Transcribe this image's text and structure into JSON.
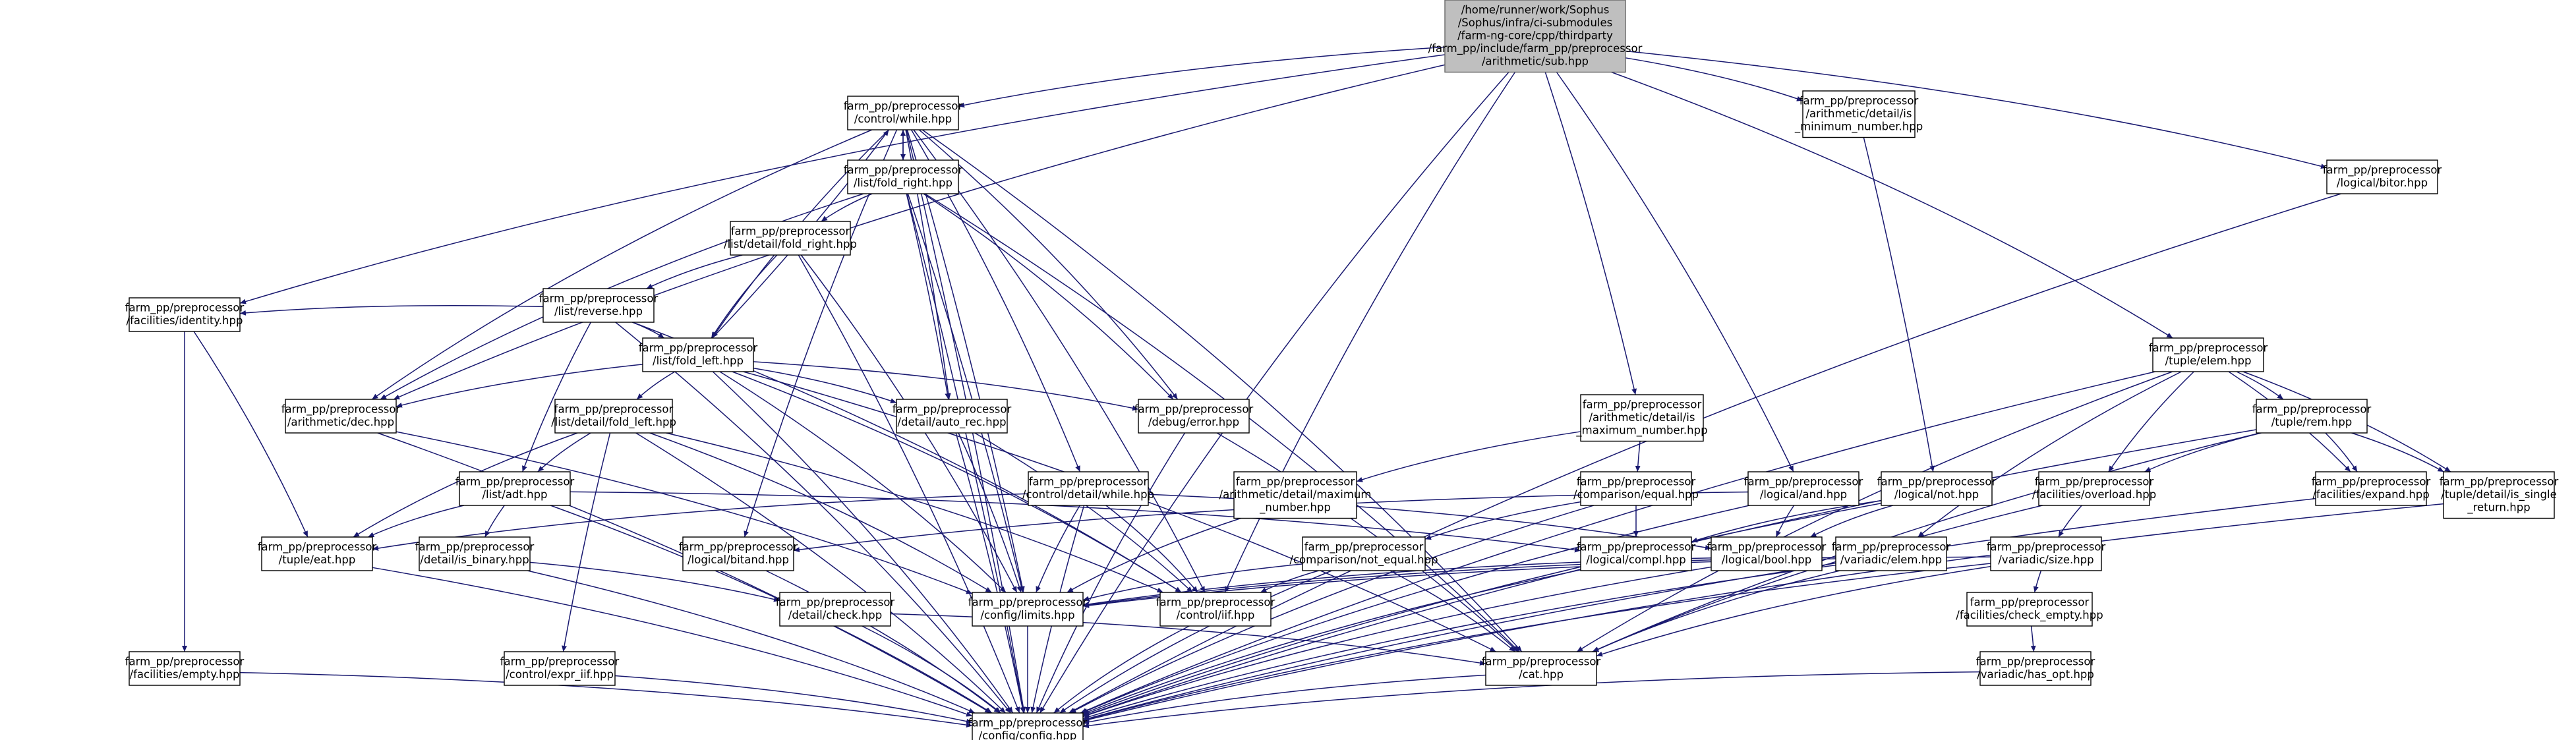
{
  "graph": {
    "title": "/home/runner/work/Sophus/Sophus/infra/ci-submodules/farm-ng-core/cpp/thirdparty/farm_pp/include/farm_pp/preprocessor/arithmetic/sub.hpp",
    "edge_color": "#191970",
    "root_fill": "#bfbfbf",
    "nodes": [
      {
        "id": "sub",
        "root": true,
        "lines": [
          "/home/runner/work/Sophus",
          "/Sophus/infra/ci-submodules",
          "/farm-ng-core/cpp/thirdparty",
          "/farm_pp/include/farm_pp/preprocessor",
          "/arithmetic/sub.hpp"
        ]
      },
      {
        "id": "while",
        "lines": [
          "farm_pp/preprocessor",
          "/control/while.hpp"
        ]
      },
      {
        "id": "fold_right",
        "lines": [
          "farm_pp/preprocessor",
          "/list/fold_right.hpp"
        ]
      },
      {
        "id": "det_fold_right",
        "lines": [
          "farm_pp/preprocessor",
          "/list/detail/fold_right.hpp"
        ]
      },
      {
        "id": "reverse",
        "lines": [
          "farm_pp/preprocessor",
          "/list/reverse.hpp"
        ]
      },
      {
        "id": "identity",
        "lines": [
          "farm_pp/preprocessor",
          "/facilities/identity.hpp"
        ]
      },
      {
        "id": "fold_left",
        "lines": [
          "farm_pp/preprocessor",
          "/list/fold_left.hpp"
        ]
      },
      {
        "id": "dec",
        "lines": [
          "farm_pp/preprocessor",
          "/arithmetic/dec.hpp"
        ]
      },
      {
        "id": "det_fold_left",
        "lines": [
          "farm_pp/preprocessor",
          "/list/detail/fold_left.hpp"
        ]
      },
      {
        "id": "adt",
        "lines": [
          "farm_pp/preprocessor",
          "/list/adt.hpp"
        ]
      },
      {
        "id": "eat",
        "lines": [
          "farm_pp/preprocessor",
          "/tuple/eat.hpp"
        ]
      },
      {
        "id": "is_binary",
        "lines": [
          "farm_pp/preprocessor",
          "/detail/is_binary.hpp"
        ]
      },
      {
        "id": "empty",
        "lines": [
          "farm_pp/preprocessor",
          "/facilities/empty.hpp"
        ]
      },
      {
        "id": "expr_iif",
        "lines": [
          "farm_pp/preprocessor",
          "/control/expr_iif.hpp"
        ]
      },
      {
        "id": "auto_rec",
        "lines": [
          "farm_pp/preprocessor",
          "/detail/auto_rec.hpp"
        ]
      },
      {
        "id": "error",
        "lines": [
          "farm_pp/preprocessor",
          "/debug/error.hpp"
        ]
      },
      {
        "id": "det_while",
        "lines": [
          "farm_pp/preprocessor",
          "/control/detail/while.hpp"
        ]
      },
      {
        "id": "bitand",
        "lines": [
          "farm_pp/preprocessor",
          "/logical/bitand.hpp"
        ]
      },
      {
        "id": "check",
        "lines": [
          "farm_pp/preprocessor",
          "/detail/check.hpp"
        ]
      },
      {
        "id": "limits",
        "lines": [
          "farm_pp/preprocessor",
          "/config/limits.hpp"
        ]
      },
      {
        "id": "iif",
        "lines": [
          "farm_pp/preprocessor",
          "/control/iif.hpp"
        ]
      },
      {
        "id": "config",
        "lines": [
          "farm_pp/preprocessor",
          "/config/config.hpp"
        ]
      },
      {
        "id": "cat",
        "lines": [
          "farm_pp/preprocessor",
          "/cat.hpp"
        ]
      },
      {
        "id": "is_max",
        "lines": [
          "farm_pp/preprocessor",
          "/arithmetic/detail/is",
          "_maximum_number.hpp"
        ]
      },
      {
        "id": "det_max",
        "lines": [
          "farm_pp/preprocessor",
          "/arithmetic/detail/maximum",
          "_number.hpp"
        ]
      },
      {
        "id": "equal",
        "lines": [
          "farm_pp/preprocessor",
          "/comparison/equal.hpp"
        ]
      },
      {
        "id": "not_equal",
        "lines": [
          "farm_pp/preprocessor",
          "/comparison/not_equal.hpp"
        ]
      },
      {
        "id": "is_min",
        "lines": [
          "farm_pp/preprocessor",
          "/arithmetic/detail/is",
          "_minimum_number.hpp"
        ]
      },
      {
        "id": "not",
        "lines": [
          "farm_pp/preprocessor",
          "/logical/not.hpp"
        ]
      },
      {
        "id": "and",
        "lines": [
          "farm_pp/preprocessor",
          "/logical/and.hpp"
        ]
      },
      {
        "id": "compl",
        "lines": [
          "farm_pp/preprocessor",
          "/logical/compl.hpp"
        ]
      },
      {
        "id": "bool",
        "lines": [
          "farm_pp/preprocessor",
          "/logical/bool.hpp"
        ]
      },
      {
        "id": "var_elem",
        "lines": [
          "farm_pp/preprocessor",
          "/variadic/elem.hpp"
        ]
      },
      {
        "id": "tuple_elem",
        "lines": [
          "farm_pp/preprocessor",
          "/tuple/elem.hpp"
        ]
      },
      {
        "id": "tuple_rem",
        "lines": [
          "farm_pp/preprocessor",
          "/tuple/rem.hpp"
        ]
      },
      {
        "id": "overload",
        "lines": [
          "farm_pp/preprocessor",
          "/facilities/overload.hpp"
        ]
      },
      {
        "id": "var_size",
        "lines": [
          "farm_pp/preprocessor",
          "/variadic/size.hpp"
        ]
      },
      {
        "id": "check_empty",
        "lines": [
          "farm_pp/preprocessor",
          "/facilities/check_empty.hpp"
        ]
      },
      {
        "id": "has_opt",
        "lines": [
          "farm_pp/preprocessor",
          "/variadic/has_opt.hpp"
        ]
      },
      {
        "id": "expand",
        "lines": [
          "farm_pp/preprocessor",
          "/facilities/expand.hpp"
        ]
      },
      {
        "id": "is_single",
        "lines": [
          "farm_pp/preprocessor",
          "/tuple/detail/is_single",
          "_return.hpp"
        ]
      },
      {
        "id": "bitor",
        "lines": [
          "farm_pp/preprocessor",
          "/logical/bitor.hpp"
        ]
      }
    ],
    "edges": [
      [
        "sub",
        "while"
      ],
      [
        "sub",
        "config"
      ],
      [
        "sub",
        "identity"
      ],
      [
        "sub",
        "dec"
      ],
      [
        "sub",
        "is_max"
      ],
      [
        "sub",
        "is_min"
      ],
      [
        "sub",
        "and"
      ],
      [
        "sub",
        "tuple_elem"
      ],
      [
        "sub",
        "bitor"
      ],
      [
        "sub",
        "iif"
      ],
      [
        "while",
        "fold_right"
      ],
      [
        "while",
        "fold_left"
      ],
      [
        "while",
        "dec"
      ],
      [
        "while",
        "auto_rec"
      ],
      [
        "while",
        "error"
      ],
      [
        "while",
        "det_while"
      ],
      [
        "while",
        "limits"
      ],
      [
        "while",
        "config"
      ],
      [
        "while",
        "cat"
      ],
      [
        "while",
        "bitand"
      ],
      [
        "while",
        "iif"
      ],
      [
        "fold_right",
        "while"
      ],
      [
        "fold_right",
        "det_fold_right"
      ],
      [
        "fold_right",
        "config"
      ],
      [
        "fold_right",
        "auto_rec"
      ],
      [
        "fold_right",
        "error"
      ],
      [
        "fold_right",
        "limits"
      ],
      [
        "fold_right",
        "cat"
      ],
      [
        "fold_right",
        "dec"
      ],
      [
        "det_fold_right",
        "reverse"
      ],
      [
        "det_fold_right",
        "fold_left"
      ],
      [
        "det_fold_right",
        "config"
      ],
      [
        "det_fold_right",
        "limits"
      ],
      [
        "reverse",
        "fold_left"
      ],
      [
        "reverse",
        "identity"
      ],
      [
        "reverse",
        "adt"
      ],
      [
        "reverse",
        "config"
      ],
      [
        "reverse",
        "iif"
      ],
      [
        "identity",
        "eat"
      ],
      [
        "identity",
        "empty"
      ],
      [
        "fold_left",
        "while"
      ],
      [
        "fold_left",
        "det_fold_left"
      ],
      [
        "fold_left",
        "dec"
      ],
      [
        "fold_left",
        "auto_rec"
      ],
      [
        "fold_left",
        "error"
      ],
      [
        "fold_left",
        "limits"
      ],
      [
        "fold_left",
        "config"
      ],
      [
        "fold_left",
        "cat"
      ],
      [
        "fold_left",
        "iif"
      ],
      [
        "dec",
        "limits"
      ],
      [
        "dec",
        "config"
      ],
      [
        "det_fold_left",
        "adt"
      ],
      [
        "det_fold_left",
        "eat"
      ],
      [
        "det_fold_left",
        "expr_iif"
      ],
      [
        "det_fold_left",
        "config"
      ],
      [
        "det_fold_left",
        "limits"
      ],
      [
        "det_fold_left",
        "iif"
      ],
      [
        "adt",
        "eat"
      ],
      [
        "adt",
        "is_binary"
      ],
      [
        "adt",
        "compl"
      ],
      [
        "adt",
        "config"
      ],
      [
        "eat",
        "config"
      ],
      [
        "is_binary",
        "check"
      ],
      [
        "is_binary",
        "config"
      ],
      [
        "empty",
        "config"
      ],
      [
        "expr_iif",
        "config"
      ],
      [
        "auto_rec",
        "limits"
      ],
      [
        "auto_rec",
        "iif"
      ],
      [
        "auto_rec",
        "config"
      ],
      [
        "error",
        "cat"
      ],
      [
        "error",
        "config"
      ],
      [
        "det_while",
        "eat"
      ],
      [
        "det_while",
        "limits"
      ],
      [
        "det_while",
        "iif"
      ],
      [
        "det_while",
        "config"
      ],
      [
        "det_while",
        "bool"
      ],
      [
        "bitand",
        "config"
      ],
      [
        "check",
        "cat"
      ],
      [
        "check",
        "config"
      ],
      [
        "limits",
        "config"
      ],
      [
        "iif",
        "config"
      ],
      [
        "cat",
        "config"
      ],
      [
        "is_max",
        "equal"
      ],
      [
        "is_max",
        "det_max"
      ],
      [
        "det_max",
        "limits"
      ],
      [
        "equal",
        "not_equal"
      ],
      [
        "equal",
        "compl"
      ],
      [
        "equal",
        "config"
      ],
      [
        "not_equal",
        "cat"
      ],
      [
        "not_equal",
        "limits"
      ],
      [
        "not_equal",
        "iif"
      ],
      [
        "not_equal",
        "config"
      ],
      [
        "is_min",
        "not"
      ],
      [
        "not",
        "bool"
      ],
      [
        "not",
        "compl"
      ],
      [
        "not",
        "config"
      ],
      [
        "and",
        "bool"
      ],
      [
        "and",
        "bitand"
      ],
      [
        "and",
        "config"
      ],
      [
        "compl",
        "config"
      ],
      [
        "bool",
        "config"
      ],
      [
        "bool",
        "limits"
      ],
      [
        "tuple_elem",
        "var_elem"
      ],
      [
        "tuple_elem",
        "tuple_rem"
      ],
      [
        "tuple_elem",
        "overload"
      ],
      [
        "tuple_elem",
        "expand"
      ],
      [
        "tuple_elem",
        "is_single"
      ],
      [
        "tuple_elem",
        "config"
      ],
      [
        "tuple_elem",
        "cat"
      ],
      [
        "tuple_rem",
        "overload"
      ],
      [
        "tuple_rem",
        "expand"
      ],
      [
        "tuple_rem",
        "is_single"
      ],
      [
        "tuple_rem",
        "cat"
      ],
      [
        "tuple_rem",
        "config"
      ],
      [
        "overload",
        "var_size"
      ],
      [
        "overload",
        "cat"
      ],
      [
        "var_size",
        "check_empty"
      ],
      [
        "var_size",
        "cat"
      ],
      [
        "var_size",
        "config"
      ],
      [
        "var_size",
        "limits"
      ],
      [
        "check_empty",
        "has_opt"
      ],
      [
        "has_opt",
        "config"
      ],
      [
        "var_elem",
        "limits"
      ],
      [
        "var_elem",
        "cat"
      ],
      [
        "var_elem",
        "config"
      ],
      [
        "expand",
        "config"
      ],
      [
        "is_single",
        "config"
      ],
      [
        "bitor",
        "config"
      ]
    ]
  }
}
